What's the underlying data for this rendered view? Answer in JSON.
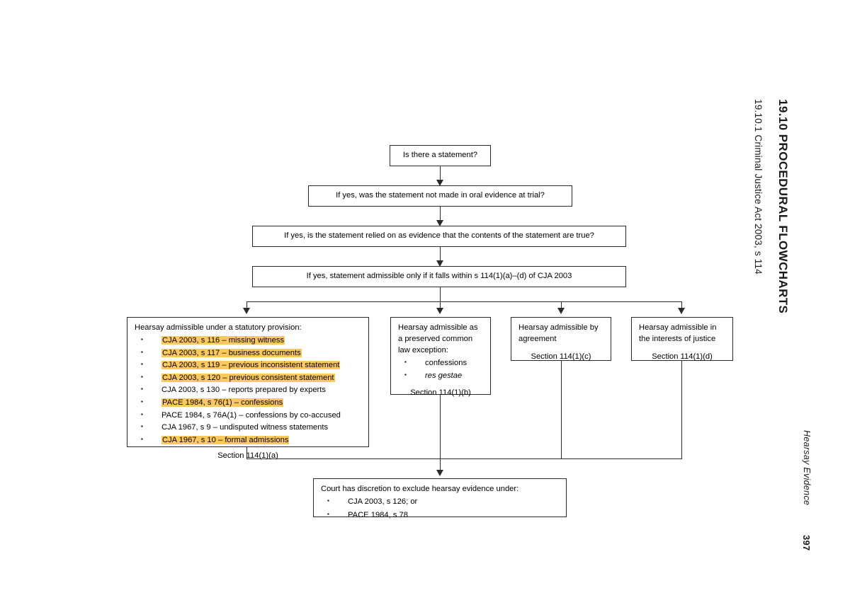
{
  "header": {
    "chapter_heading": "19.10   PROCEDURAL FLOWCHARTS",
    "section_heading": "19.10.1    Criminal Justice Act 2003, s 114",
    "running_head": "Hearsay Evidence",
    "page_number": "397"
  },
  "colors": {
    "highlight": "#fbc85c",
    "line": "#2a2a2a",
    "text": "#000000",
    "background": "#ffffff"
  },
  "chart_data": {
    "type": "diagram",
    "title": "Criminal Justice Act 2003, s 114 — Hearsay Evidence flowchart",
    "nodes": [
      {
        "id": "q1",
        "label": "Is there a statement?"
      },
      {
        "id": "q2",
        "label": "If yes, was the statement not made in oral evidence at trial?"
      },
      {
        "id": "q3",
        "label": "If yes, is the statement relied on as evidence that the contents of the statement are true?"
      },
      {
        "id": "q4",
        "label": "If yes, statement admissible only if it falls within s 114(1)(a)–(d) of CJA 2003"
      },
      {
        "id": "b1",
        "label": "Hearsay admissible under a statutory provision:",
        "section": "Section 114(1)(a)"
      },
      {
        "id": "b2",
        "label": "Hearsay admissible as a preserved common law exception:",
        "section": "Section 114(1)(b)"
      },
      {
        "id": "b3",
        "label": "Hearsay admissible by agreement",
        "section": "Section 114(1)(c)"
      },
      {
        "id": "b4",
        "label": "Hearsay admissible in the interests of justice",
        "section": "Section 114(1)(d)"
      },
      {
        "id": "end",
        "label": "Court has discretion to exclude hearsay evidence under:"
      }
    ],
    "edges": [
      {
        "from": "q1",
        "to": "q2"
      },
      {
        "from": "q2",
        "to": "q3"
      },
      {
        "from": "q3",
        "to": "q4"
      },
      {
        "from": "q4",
        "to": "b1"
      },
      {
        "from": "q4",
        "to": "b2"
      },
      {
        "from": "q4",
        "to": "b3"
      },
      {
        "from": "q4",
        "to": "b4"
      },
      {
        "from": "b1",
        "to": "end"
      },
      {
        "from": "b2",
        "to": "end"
      },
      {
        "from": "b3",
        "to": "end"
      },
      {
        "from": "b4",
        "to": "end"
      }
    ]
  },
  "flow": {
    "q1": {
      "text": "Is there a statement?"
    },
    "q2": {
      "text": "If yes, was the statement not made in oral evidence at trial?"
    },
    "q3": {
      "text": "If yes, is the statement relied on as evidence that the contents of the statement are true?"
    },
    "q4": {
      "text": "If yes, statement admissible only if it falls within s 114(1)(a)–(d) of CJA 2003"
    },
    "branch1": {
      "title": "Hearsay admissible under a statutory provision:",
      "items": [
        {
          "text": "CJA 2003, s 116 – missing witness",
          "highlighted": true
        },
        {
          "text": "CJA 2003, s 117 – business documents",
          "highlighted": true
        },
        {
          "text": "CJA 2003, s 119 – previous inconsistent statement",
          "highlighted": true
        },
        {
          "text": "CJA 2003, s 120 – previous consistent statement",
          "highlighted": true
        },
        {
          "text": "CJA 2003, s 130 – reports prepared by experts",
          "highlighted": false
        },
        {
          "text": "PACE 1984, s 76(1) – confessions",
          "highlighted": true
        },
        {
          "text": "PACE 1984, s 76A(1) – confessions by co-accused",
          "highlighted": false
        },
        {
          "text": "CJA 1967, s 9 – undisputed witness statements",
          "highlighted": false
        },
        {
          "text": "CJA 1967, s 10 – formal admissions",
          "highlighted": true
        }
      ],
      "section": "Section 114(1)(a)"
    },
    "branch2": {
      "title": "Hearsay admissible as a preserved common law exception:",
      "items": [
        {
          "text": "confessions",
          "italic": false
        },
        {
          "text": "res gestae",
          "italic": true
        }
      ],
      "section": "Section 114(1)(b)"
    },
    "branch3": {
      "title": "Hearsay admissible by agreement",
      "section": "Section 114(1)(c)"
    },
    "branch4": {
      "title": "Hearsay admissible in the interests of justice",
      "section": "Section 114(1)(d)"
    },
    "end": {
      "title": "Court has discretion to exclude hearsay evidence under:",
      "items": [
        {
          "text": "CJA 2003, s 126; or"
        },
        {
          "text": "PACE 1984, s 78"
        }
      ]
    }
  }
}
